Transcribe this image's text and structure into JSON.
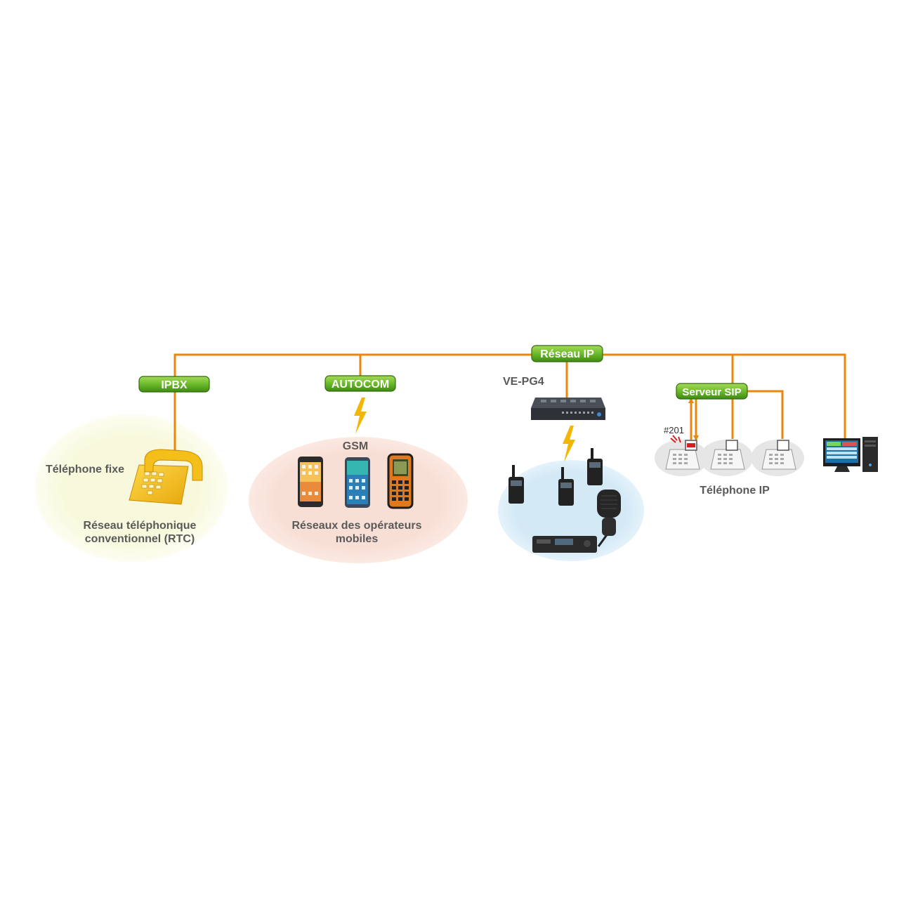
{
  "colors": {
    "line": "#e8870e",
    "badge_green": "#5aa81f",
    "badge_green_light": "#9fd44e",
    "pstn_bg": "#f8f9dc",
    "mobile_bg": "#f8dfd5",
    "radio_bg": "#d6ebf7",
    "sip_bg": "#eeeeee",
    "bolt": "#f2b705",
    "text": "#5a5a5a"
  },
  "badges": {
    "ip_network": "Réseau IP",
    "ipbx": "IPBX",
    "autocom": "AUTOCOM",
    "sip_server": "Serveur SIP"
  },
  "labels": {
    "gateway": "VE-PG4",
    "gsm": "GSM",
    "fixed_phone": "Téléphone fixe",
    "pstn_line1": "Réseau téléphonique",
    "pstn_line2": "conventionnel (RTC)",
    "mobile_line1": "Réseaux des opérateurs",
    "mobile_line2": "mobiles",
    "ip_phone": "Téléphone IP",
    "extension": "#201"
  },
  "icons": [
    "desk-phone-icon",
    "smartphone-icon",
    "rugged-phone-icon",
    "gateway-box-icon",
    "handheld-radio-icon",
    "mobile-radio-icon",
    "speaker-mic-icon",
    "ip-phone-icon",
    "pc-monitor-icon",
    "lightning-icon"
  ]
}
